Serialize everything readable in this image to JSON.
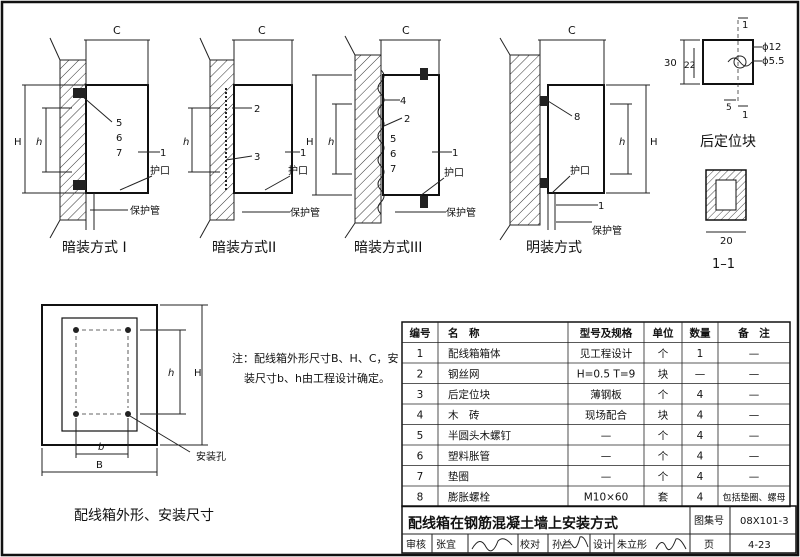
{
  "labels": {
    "dim_c": "C",
    "dim_h_upper": "H",
    "dim_h_lower": "h",
    "dim_b_upper": "B",
    "dim_b_lower": "b",
    "part_1": "1",
    "part_2": "2",
    "part_3": "3",
    "part_4": "4",
    "part_5": "5",
    "part_6": "6",
    "part_7": "7",
    "part_8": "8",
    "hukou": "护口",
    "baohuguan": "保护管",
    "anzhuangkong": "安装孔",
    "dim_30": "30",
    "dim_22": "22",
    "dim_5": "5",
    "dim_20": "20",
    "phi12": "ϕ12",
    "phi55": "ϕ5.5",
    "sec_mark": "1",
    "sec_1_1": "1–1"
  },
  "captions": {
    "cap1": "暗装方式 I",
    "cap2": "暗装方式II",
    "cap3": "暗装方式III",
    "cap4": "明装方式",
    "cap5": "后定位块",
    "cap6": "配线箱外形、安装尺寸"
  },
  "note": {
    "line1": "注：配线箱外形尺寸B、H、C，安",
    "line2": "装尺寸b、h由工程设计确定。"
  },
  "table": {
    "headers": [
      "编号",
      "名　称",
      "型号及规格",
      "单位",
      "数量",
      "备　注"
    ],
    "rows": [
      [
        "1",
        "配线箱箱体",
        "见工程设计",
        "个",
        "1",
        "—"
      ],
      [
        "2",
        "钢丝网",
        "H=0.5  T=9",
        "块",
        "—",
        "—"
      ],
      [
        "3",
        "后定位块",
        "薄钢板",
        "个",
        "4",
        "—"
      ],
      [
        "4",
        "木　砖",
        "现场配合",
        "块",
        "4",
        "—"
      ],
      [
        "5",
        "半圆头木螺钉",
        "—",
        "个",
        "4",
        "—"
      ],
      [
        "6",
        "塑料胀管",
        "—",
        "个",
        "4",
        "—"
      ],
      [
        "7",
        "垫圈",
        "—",
        "个",
        "4",
        "—"
      ],
      [
        "8",
        "膨胀螺栓",
        "M10×60",
        "套",
        "4",
        "包括垫圈、螺母"
      ]
    ]
  },
  "titleblock": {
    "title": "配线箱在钢筋混凝土墙上安装方式",
    "atlas_label": "图集号",
    "atlas_no": "08X101-3",
    "review_label": "审核",
    "reviewer": "张宜",
    "check_label": "校对",
    "checker": "孙兰",
    "design_label": "设计",
    "designer": "朱立彤",
    "page_label": "页",
    "page_no": "4-23"
  }
}
